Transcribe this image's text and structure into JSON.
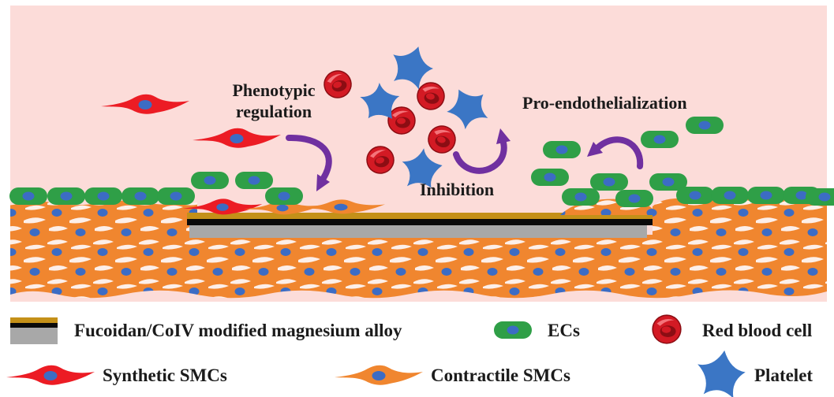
{
  "figure": {
    "scene_labels": {
      "phenotypic_regulation": "Phenotypic regulation",
      "pro_endothelialization": "Pro-endothelialization",
      "inhibition": "Inhibition"
    },
    "legend": {
      "row1": [
        {
          "icon": "implant-swatch-icon",
          "label": "Fucoidan/CoIV modified magnesium alloy"
        },
        {
          "icon": "ec-cell-icon",
          "label": "ECs"
        },
        {
          "icon": "red-blood-cell-icon",
          "label": "Red blood cell"
        }
      ],
      "row2": [
        {
          "icon": "synthetic-smc-icon",
          "label": "Synthetic SMCs"
        },
        {
          "icon": "contractile-smc-icon",
          "label": "Contractile SMCs"
        },
        {
          "icon": "platelet-icon",
          "label": "Platelet"
        }
      ]
    }
  },
  "colors": {
    "white_bg": "#ffffff",
    "pink_bg": "#fcdcd9",
    "tissue_orange": "#f0862f",
    "tissue_streak": "#fdefe9",
    "nucleus_blue": "#3c6cc4",
    "ec_green": "#2f9f47",
    "smc_red": "#ec1c24",
    "smc_orange": "#f0862f",
    "rbc_red": "#d31a24",
    "rbc_dark": "#8c0d13",
    "rbc_light": "#f4747a",
    "platelet_blue": "#3b76c5",
    "arrow_purple": "#7030a0",
    "implant_gold": "#c49018",
    "implant_black": "#0a0a0a",
    "implant_gray": "#a8a8a8",
    "text_black": "#1b1b1b"
  }
}
